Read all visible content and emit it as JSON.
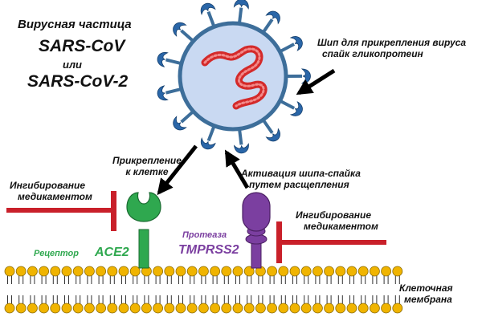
{
  "labels": {
    "virus_title": "Вирусная частица",
    "sars_cov": "SARS-CoV",
    "or": "или",
    "sars_cov_2": "SARS-CoV-2",
    "spike_line1": "Шип для прикрепления вируса",
    "spike_line2": "спайк гликопротеин",
    "attach_line1": "Прикрепление",
    "attach_line2": "к клетке",
    "activation_line1": "Активация шипа-спайка",
    "activation_line2": "путем расщепления",
    "inhibit_left_line1": "Ингибирование",
    "inhibit_left_line2": "медикаментом",
    "inhibit_right_line1": "Ингибирование",
    "inhibit_right_line2": "медикаментом",
    "receptor": "Рецептор",
    "ace2": "ACE2",
    "protease": "Протеаза",
    "tmprss2": "TMPRSS2",
    "membrane_line1": "Клеточная",
    "membrane_line2": "мембрана"
  },
  "colors": {
    "virus_body": "#c9d9f2",
    "virus_outline": "#3d6e9a",
    "spike": "#2a66a8",
    "rna": "#d42a2a",
    "ace2": "#2fa84f",
    "tmprss2": "#7b3fa0",
    "inhibitor": "#c9202a",
    "lipid_head": "#f0b400",
    "arrow": "#000000"
  }
}
